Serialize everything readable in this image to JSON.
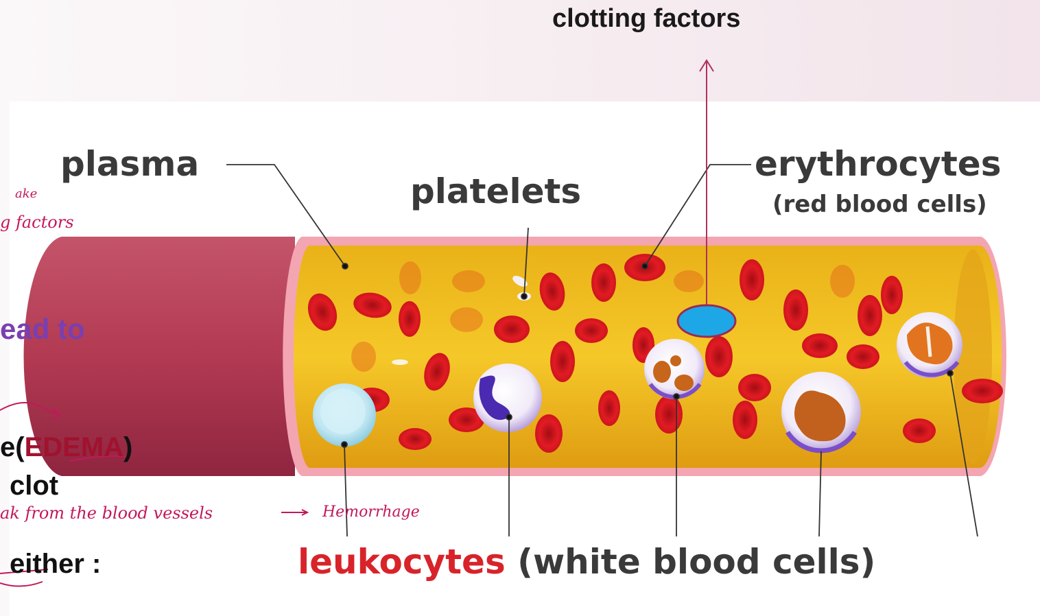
{
  "diagram": {
    "top_label": "clotting factors",
    "labels": {
      "plasma": "plasma",
      "platelets": "platelets",
      "erythrocytes": "erythrocytes",
      "erythrocytes_sub": "(red blood cells)",
      "leukocytes": "leukocytes",
      "leukocytes_sub": "(white blood cells)"
    }
  },
  "slide_text": {
    "lead_to": "ead to",
    "edema_prefix": "e(",
    "edema_word": "EDEMA",
    "edema_suffix": ")",
    "clot": "clot",
    "either": "either :"
  },
  "handwriting": {
    "note_a": "ake",
    "note_b": "g factors",
    "note_c": "ak from the blood vessels",
    "note_d": "Hemorrhage"
  },
  "colors": {
    "vessel_wall": "#b23a52",
    "plasma_fill": "#f3c21a",
    "rbc": "#d81a1f",
    "annotation_pink": "#c2185b",
    "marker_blue": "#1ea7e6"
  }
}
